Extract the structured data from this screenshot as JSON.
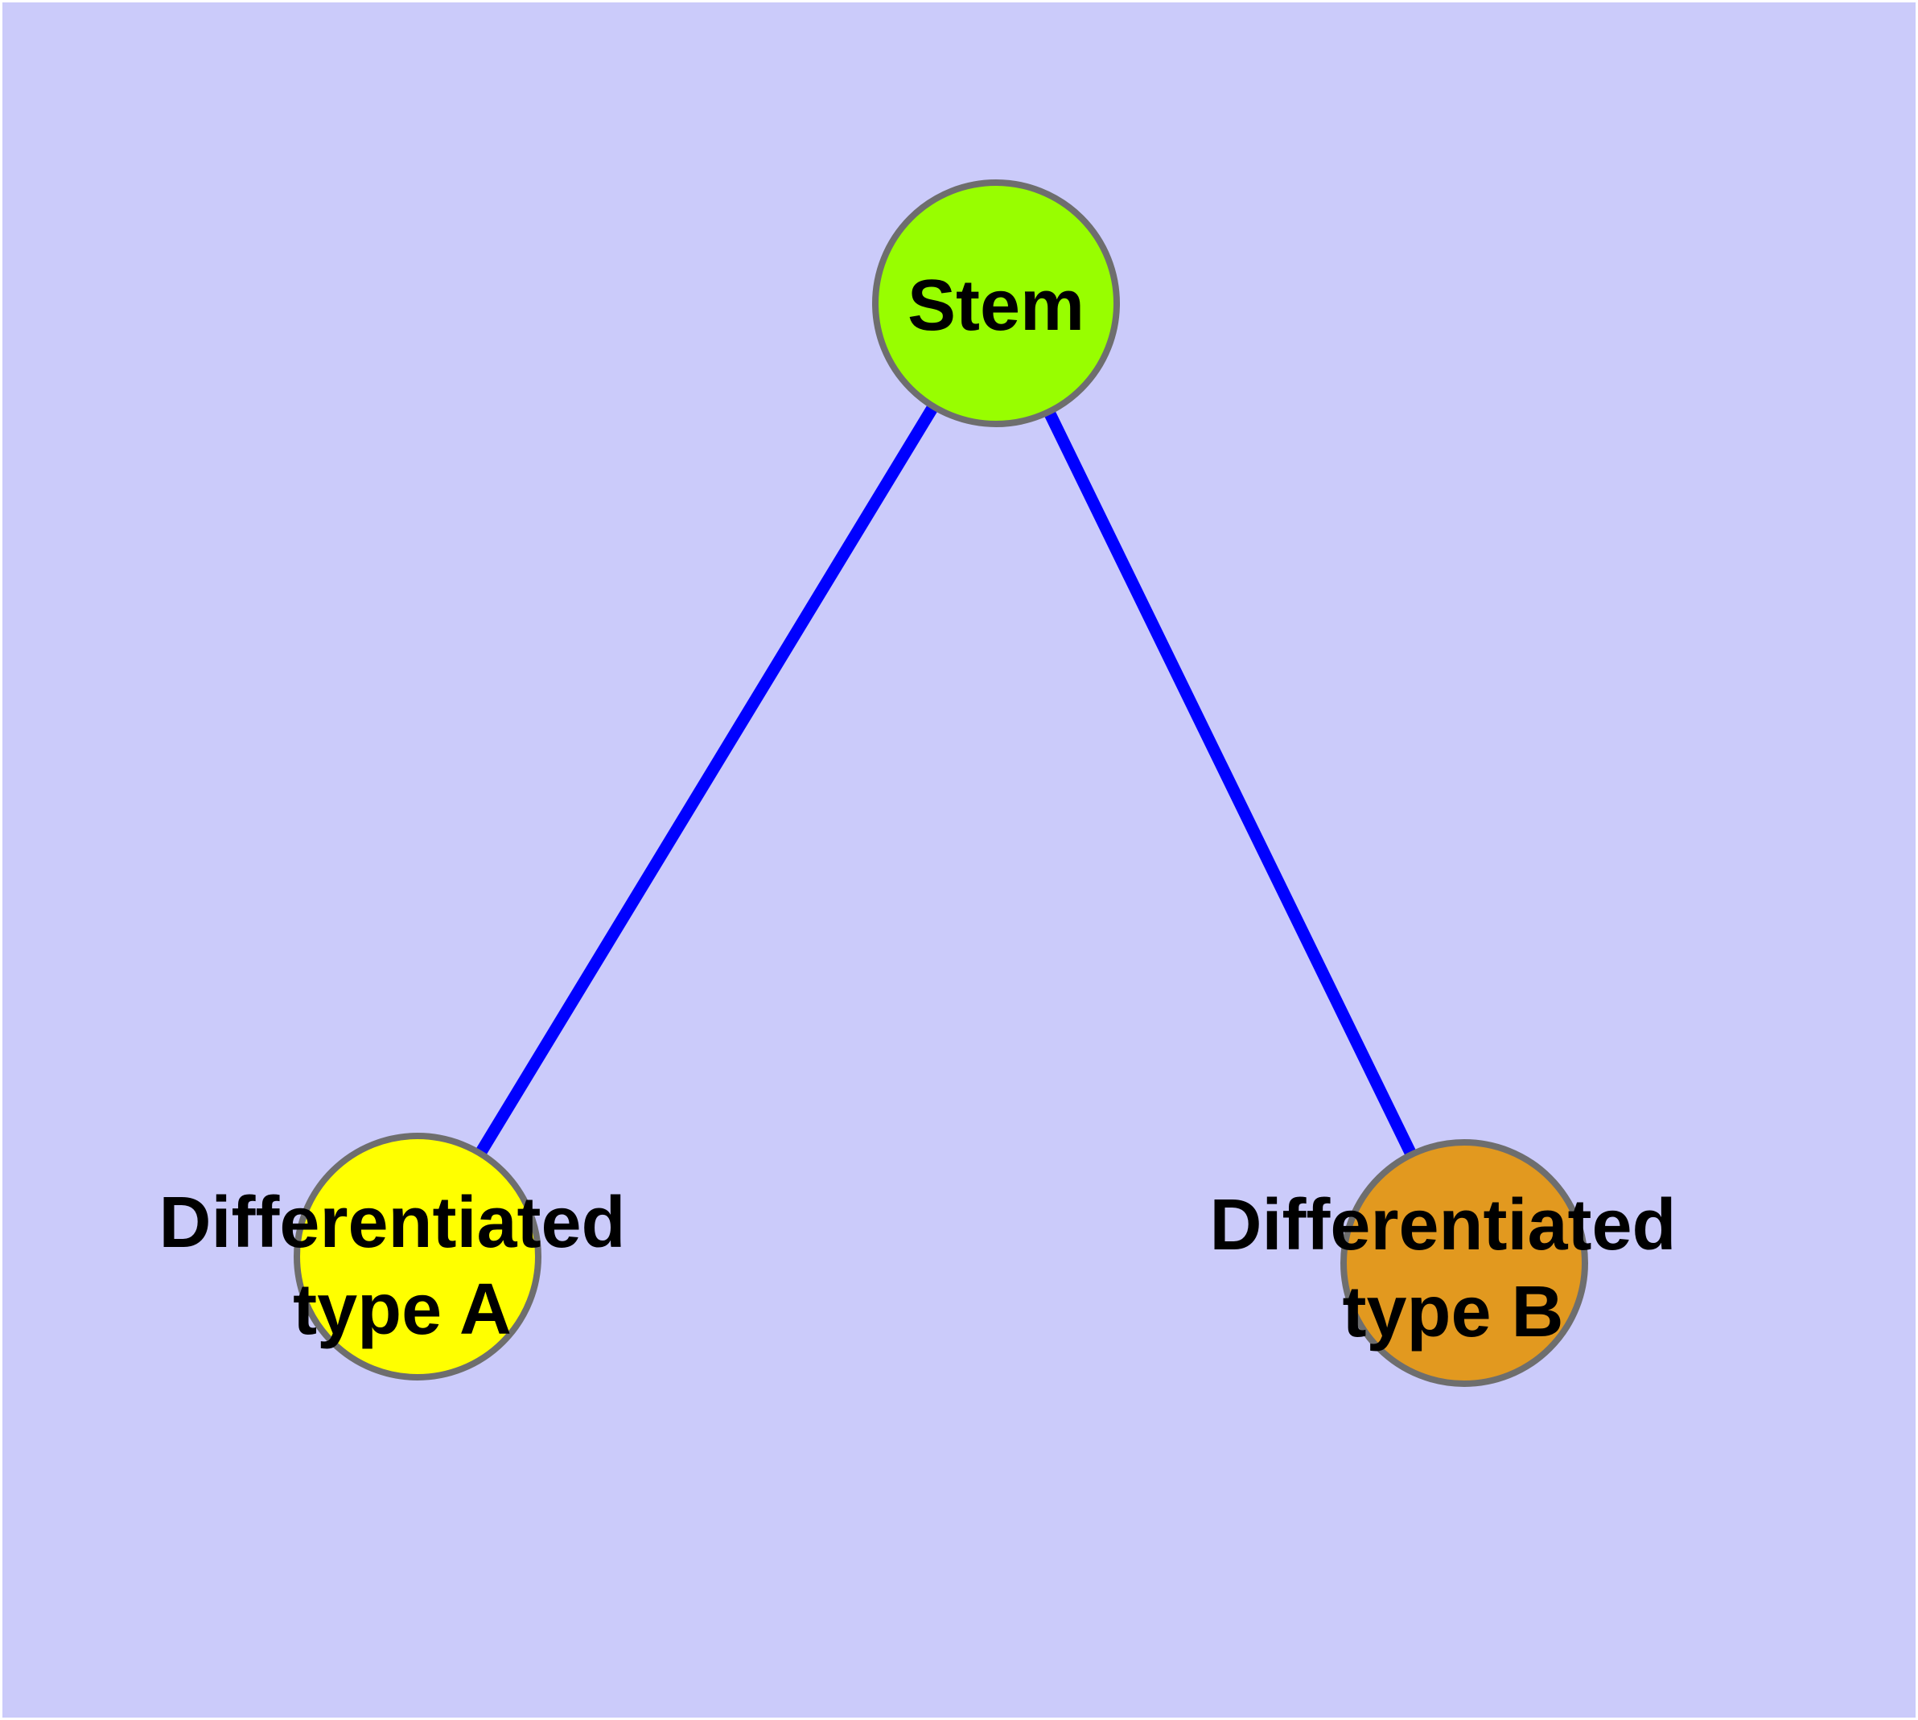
{
  "diagram": {
    "type": "node-link-graph",
    "background_color": "#CBCBFA",
    "frame_color": "#FFFFFF",
    "edge_color": "#0000FF",
    "node_border_color": "#6E6E6E",
    "label_color": "#000000",
    "nodes": [
      {
        "id": "stem",
        "label": "Stem",
        "line1": "Stem",
        "line2": "",
        "fill": "#98FE00",
        "position": "top-center"
      },
      {
        "id": "typeA",
        "label": "Differentiated type A",
        "line1": "Differentiated",
        "line2": "type A",
        "fill": "#FFFF00",
        "position": "bottom-left"
      },
      {
        "id": "typeB",
        "label": "Differentiated type B",
        "line1": "Differentiated",
        "line2": "type B",
        "fill": "#E2991F",
        "position": "bottom-right"
      }
    ],
    "edges": [
      {
        "from": "Stem",
        "to": "Differentiated type A"
      },
      {
        "from": "Stem",
        "to": "Differentiated type B"
      }
    ]
  }
}
